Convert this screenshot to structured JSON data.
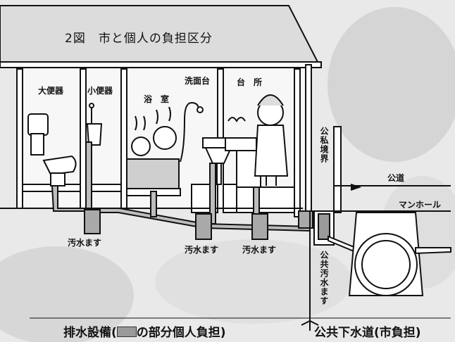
{
  "title": "2図　市と個人の負担区分",
  "rooms": {
    "toilet_large": "大便器",
    "toilet_small": "小便器",
    "bath": "浴　室",
    "washbasin": "洗面台",
    "kitchen": "台　所"
  },
  "boundary": "公私境界",
  "public_road": "公道",
  "manhole": "マンホール",
  "sewage_basins": [
    "汚水ます",
    "汚水ます",
    "汚水ます"
  ],
  "public_basin": "公共汚水ます",
  "caption_left_a": "排水設備(",
  "caption_left_b": "の部分個人負担)",
  "caption_right": "公共下水道(市負担)"
}
